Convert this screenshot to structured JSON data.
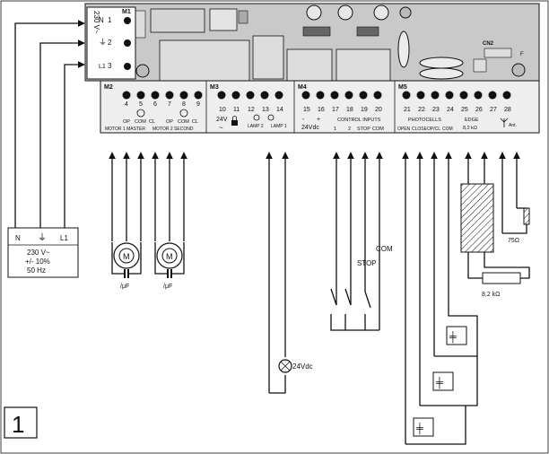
{
  "figure_number": "1",
  "mains_block": {
    "n": "N",
    "earth": "⏚",
    "l1": "L1",
    "line1": "230 V~",
    "line2": "+/- 10%",
    "line3": "50 Hz"
  },
  "input_terminals": {
    "label": "230 V~",
    "m1": "M1",
    "t1": "1",
    "t2": "2",
    "t3": "3",
    "n": "N",
    "l1": "L1"
  },
  "m2": {
    "title": "M2",
    "nums": [
      "4",
      "5",
      "6",
      "7",
      "8",
      "9"
    ],
    "sub": [
      "OP",
      "COM",
      "CL",
      "OP",
      "COM",
      "CL"
    ],
    "motor1": "MOTOR 1 MASTER",
    "motor2": "MOTOR 2 SECOND"
  },
  "m3": {
    "title": "M3",
    "nums": [
      "10",
      "11",
      "12",
      "13",
      "14"
    ],
    "v24": "24V",
    "tilde": "~",
    "lamp2": "LAMP 2",
    "lamp1": "LAMP 1"
  },
  "m4": {
    "title": "M4",
    "nums": [
      "15",
      "16",
      "17",
      "18",
      "19",
      "20"
    ],
    "vdc": "24Vdc",
    "ctrl": "CONTROL INPUTS",
    "sub": [
      "1",
      "2",
      "STOP",
      "COM"
    ]
  },
  "m5": {
    "title": "M5",
    "nums": [
      "21",
      "22",
      "23",
      "24",
      "25",
      "26",
      "27",
      "28"
    ],
    "photo": "PHOTOCELLS",
    "edge": "EDGE",
    "edge_r": "8,2 kΩ",
    "sub": [
      "OPEN",
      "CLOSE",
      "OP/CL",
      "COM"
    ]
  },
  "cn2": {
    "label": "CN2",
    "f": "F"
  },
  "motor_symbol": "M",
  "capacitor_label": "/μF",
  "lamp_label": "24Vdc",
  "stop_label": "STOP",
  "com_label": "COM",
  "resistor_75": "75Ω",
  "resistor_82": "8,2 kΩ",
  "colors": {
    "board": "#c9c9c9",
    "strip": "#eeeeee",
    "line": "#111111"
  }
}
